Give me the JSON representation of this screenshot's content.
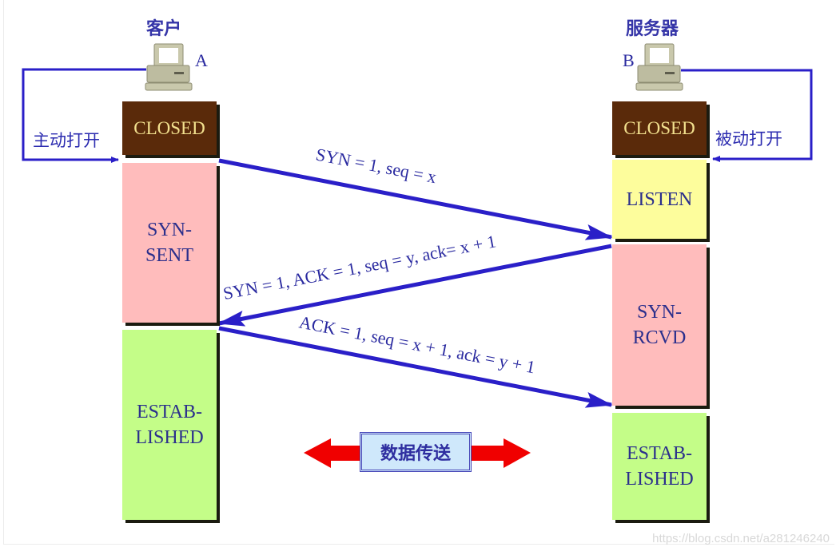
{
  "title": "TCP three-way handshake",
  "colors": {
    "arrow": "#2a1fc8",
    "closed_bg": "#5a2a0a",
    "closed_text": "#f3e18f",
    "syn_state_bg": "#ffbcbc",
    "listen_bg": "#fdfd9c",
    "established_bg": "#c4fd88",
    "transfer_arrow": "#f00000",
    "transfer_box_bg": "#cfe8fb"
  },
  "client": {
    "label": "客户",
    "letter": "A",
    "icon": "computer-icon",
    "open_label": "主动打开",
    "states": [
      "CLOSED",
      "SYN-\nSENT",
      "ESTAB-\nLISHED"
    ]
  },
  "server": {
    "label": "服务器",
    "letter": "B",
    "icon": "computer-icon",
    "open_label": "被动打开",
    "states": [
      "CLOSED",
      "LISTEN",
      "SYN-\nRCVD",
      "ESTAB-\nLISHED"
    ]
  },
  "messages": [
    {
      "from": "A",
      "to": "B",
      "label": "SYN = 1, seq = x"
    },
    {
      "from": "B",
      "to": "A",
      "label": "SYN = 1, ACK = 1, seq = y, ack= x + 1"
    },
    {
      "from": "A",
      "to": "B",
      "label": "ACK = 1, seq = x + 1, ack = y + 1"
    }
  ],
  "data_transfer": {
    "label": "数据传送",
    "icon": "double-arrow-icon"
  },
  "watermark": "https://blog.csdn.net/a281246240"
}
